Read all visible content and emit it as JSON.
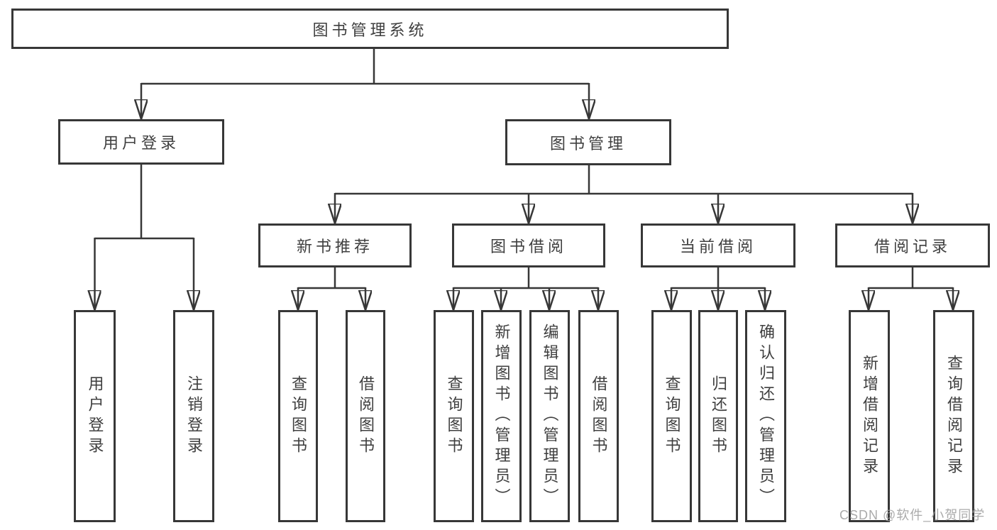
{
  "tree": {
    "root": {
      "label": "图书管理系统"
    },
    "branches": [
      {
        "label": "用户登录",
        "children": [
          {
            "label": "用户登录"
          },
          {
            "label": "注销登录"
          }
        ]
      },
      {
        "label": "图书管理",
        "groups": [
          {
            "label": "新书推荐",
            "children": [
              {
                "label": "查询图书"
              },
              {
                "label": "借阅图书"
              }
            ]
          },
          {
            "label": "图书借阅",
            "children": [
              {
                "label": "查询图书"
              },
              {
                "label": "新增图书（管理员）"
              },
              {
                "label": "编辑图书（管理员）"
              },
              {
                "label": "借阅图书"
              }
            ]
          },
          {
            "label": "当前借阅",
            "children": [
              {
                "label": "查询图书"
              },
              {
                "label": "归还图书"
              },
              {
                "label": "确认归还（管理员）"
              }
            ]
          },
          {
            "label": "借阅记录",
            "children": [
              {
                "label": "新增借阅记录"
              },
              {
                "label": "查询借阅记录"
              }
            ]
          }
        ]
      }
    ],
    "watermark": "CSDN @软件_小贺同学",
    "colors": {
      "line": "#373737",
      "text": "#3f3f3f",
      "background": "#ffffff",
      "watermark": "#9e9e9e"
    }
  }
}
